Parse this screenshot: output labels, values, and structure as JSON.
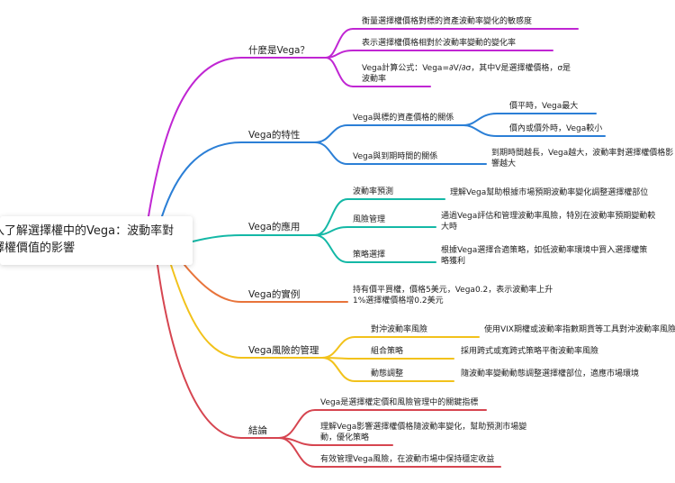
{
  "root": {
    "title_line1": "入了解選擇權中的Vega：波動率對",
    "title_line2": "擇權價值的影響"
  },
  "branches": [
    {
      "label": "什麼是Vega？",
      "color": "#c026d3",
      "children": [
        "衡量選擇權價格對標的資產波動率變化的敏感度",
        "表示選擇權價格相對於波動率變動的變化率",
        "Vega計算公式：Vega=∂V/∂σ，其中V是選擇權價格，σ是波動率"
      ]
    },
    {
      "label": "Vega的特性",
      "color": "#2b7fd6",
      "children": [
        {
          "label": "Vega與標的資產價格的關係",
          "children": [
            "價平時，Vega最大",
            "價內或價外時，Vega較小"
          ]
        },
        {
          "label": "Vega與到期時間的關係",
          "children": [
            "到期時間越長，Vega越大，波動率對選擇權價格影響越大"
          ]
        }
      ]
    },
    {
      "label": "Vega的應用",
      "color": "#14b8a6",
      "children": [
        {
          "label": "波動率預測",
          "children": [
            "理解Vega幫助根據市場預期波動率變化調整選擇權部位"
          ]
        },
        {
          "label": "風險管理",
          "children": [
            "通過Vega評估和管理波動率風險，特別在波動率預期變動較大時"
          ]
        },
        {
          "label": "策略選擇",
          "children": [
            "根據Vega選擇合適策略，如低波動率環境中買入選擇權策略獲利"
          ]
        }
      ]
    },
    {
      "label": "Vega的實例",
      "color": "#e8743b",
      "children": [
        "持有價平買權，價格5美元，Vega0.2，表示波動率上升1%選擇權價格增0.2美元"
      ]
    },
    {
      "label": "Vega風險的管理",
      "color": "#f2c21b",
      "children": [
        {
          "label": "對沖波動率風險",
          "children": [
            "使用VIX期權或波動率指數期貨等工具對沖波動率風險"
          ]
        },
        {
          "label": "組合策略",
          "children": [
            "採用跨式或寬跨式策略平衡波動率風險"
          ]
        },
        {
          "label": "動態調整",
          "children": [
            "隨波動率變動動態調整選擇權部位，適應市場環境"
          ]
        }
      ]
    },
    {
      "label": "結論",
      "color": "#d64550",
      "children": [
        "Vega是選擇權定價和風險管理中的關鍵指標",
        "理解Vega影響選擇權價格隨波動率變化，幫助預測市場變動，優化策略",
        "有效管理Vega風險，在波動市場中保持穩定收益"
      ]
    }
  ]
}
